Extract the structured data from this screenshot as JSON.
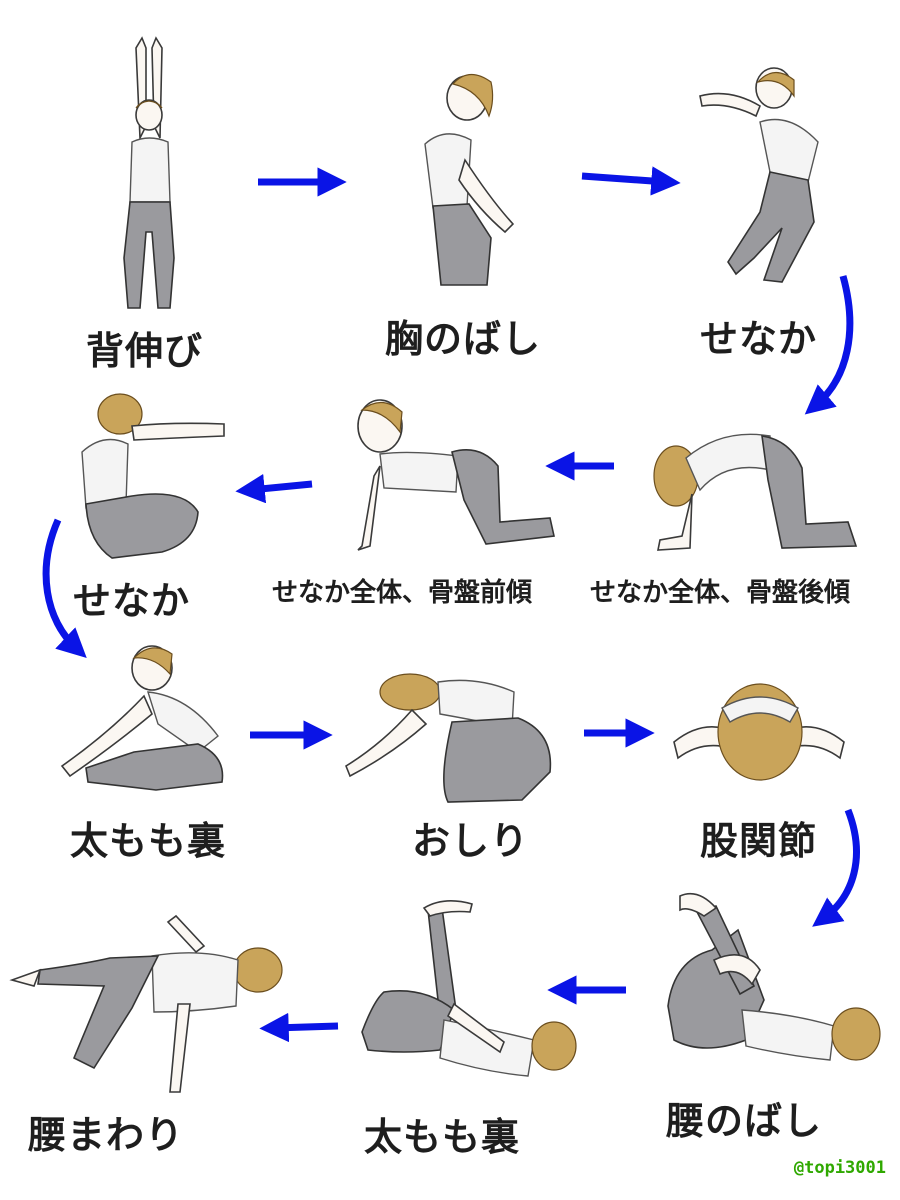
{
  "steps": [
    {
      "label": "背伸び"
    },
    {
      "label": "胸のばし"
    },
    {
      "label": "せなか"
    },
    {
      "label": "せなか"
    },
    {
      "label": "せなか全体、骨盤前傾"
    },
    {
      "label": "せなか全体、骨盤後傾"
    },
    {
      "label": "太もも裏"
    },
    {
      "label": "おしり"
    },
    {
      "label": "股関節"
    },
    {
      "label": "腰まわり"
    },
    {
      "label": "太もも裏"
    },
    {
      "label": "腰のばし"
    }
  ],
  "credit": "@topi3001",
  "colors": {
    "arrow": "#0a14e6",
    "label": "#1e1e1e",
    "credit": "#2fa800",
    "pants": "#9a9a9e",
    "hair": "#c9a45a"
  },
  "icons": {
    "arrow": "blue-arrow-icon",
    "figure": "stretch-pose-figure"
  }
}
